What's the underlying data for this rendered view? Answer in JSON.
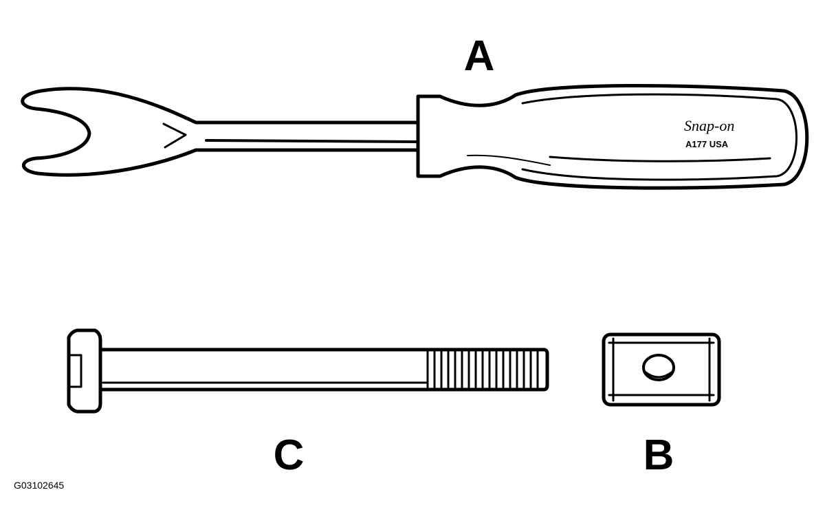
{
  "figure": {
    "figure_id": "G03102645",
    "callouts": {
      "a": "A",
      "b": "B",
      "c": "C"
    },
    "tool_a": {
      "brand_text": "Snap-on",
      "model_text": "A177 USA"
    }
  }
}
